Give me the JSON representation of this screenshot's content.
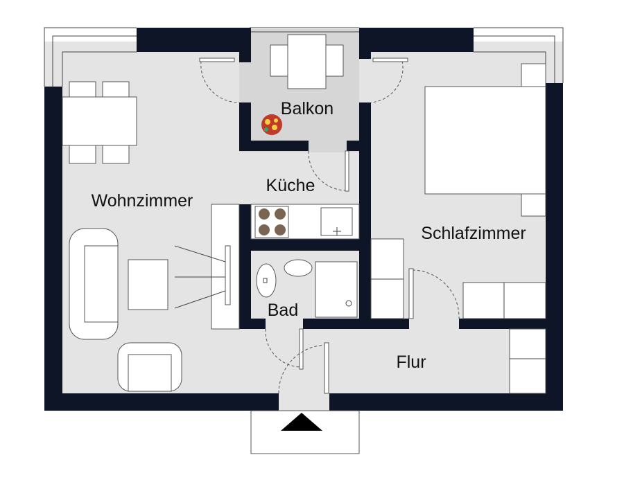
{
  "rooms": {
    "balkon": "Balkon",
    "kueche": "Küche",
    "wohnzimmer": "Wohnzimmer",
    "schlafzimmer": "Schlafzimmer",
    "bad": "Bad",
    "flur": "Flur"
  },
  "colors": {
    "wall": "#0d1526",
    "floor": "#e4e4e4",
    "balcony_floor": "#d6d6d6"
  }
}
